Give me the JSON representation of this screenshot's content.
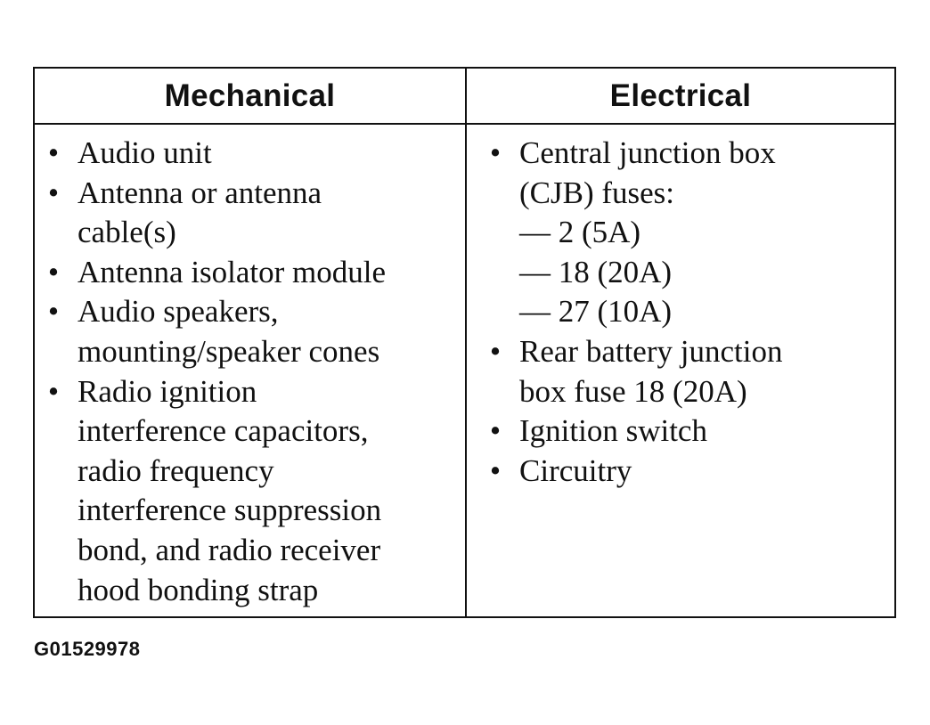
{
  "table": {
    "headers": {
      "mechanical": "Mechanical",
      "electrical": "Electrical"
    },
    "bullet_symbol": "•",
    "mechanical_items": [
      {
        "lines": [
          "Audio unit"
        ]
      },
      {
        "lines": [
          "Antenna or antenna",
          "cable(s)"
        ]
      },
      {
        "lines": [
          "Antenna isolator module"
        ]
      },
      {
        "lines": [
          "Audio speakers,",
          "mounting/speaker cones"
        ]
      },
      {
        "lines": [
          "Radio ignition",
          "interference capacitors,",
          "radio frequency",
          "interference suppression",
          "bond, and radio receiver",
          "hood bonding strap"
        ]
      }
    ],
    "electrical_items": [
      {
        "lines": [
          "Central junction box",
          "(CJB) fuses:",
          "— 2 (5A)",
          "— 18 (20A)",
          "— 27 (10A)"
        ]
      },
      {
        "lines": [
          "Rear battery junction",
          "box fuse 18 (20A)"
        ]
      },
      {
        "lines": [
          "Ignition switch"
        ]
      },
      {
        "lines": [
          "Circuitry"
        ]
      }
    ]
  },
  "figure_id": "G01529978"
}
